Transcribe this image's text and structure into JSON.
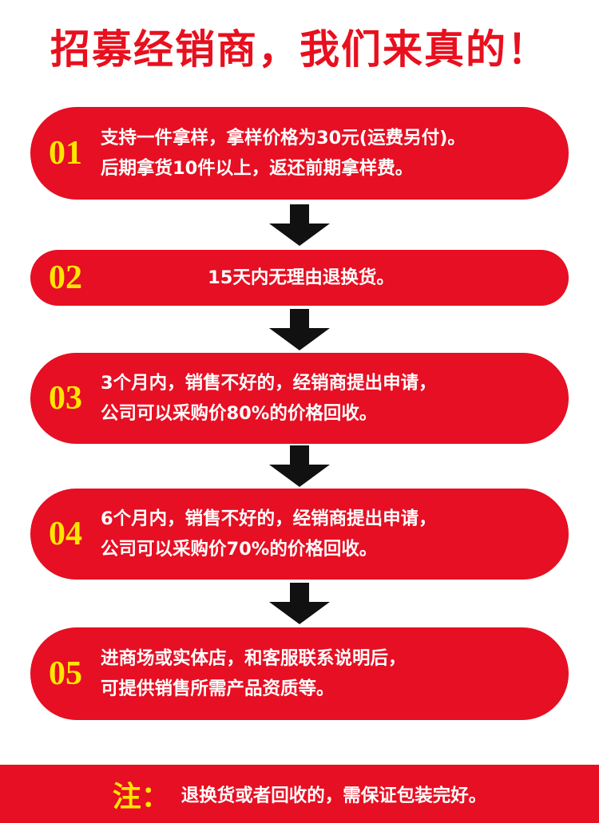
{
  "title": "招募经销商，我们来真的！",
  "steps": [
    {
      "num": "01",
      "lines": [
        "支持一件拿样，拿样价格为30元(运费另付)。",
        "后期拿货10件以上，返还前期拿样费。"
      ]
    },
    {
      "num": "02",
      "lines": [
        "15天内无理由退换货。"
      ]
    },
    {
      "num": "03",
      "lines": [
        "3个月内，销售不好的，经销商提出申请，",
        "公司可以采购价80%的价格回收。"
      ]
    },
    {
      "num": "04",
      "lines": [
        "6个月内，销售不好的，经销商提出申请，",
        "公司可以采购价70%的价格回收。"
      ]
    },
    {
      "num": "05",
      "lines": [
        "进商场或实体店，和客服联系说明后，",
        "可提供销售所需产品资质等。"
      ]
    }
  ],
  "note": {
    "label": "注：",
    "text": "退换货或者回收的，需保证包装完好。"
  },
  "colors": {
    "red": "#e60f23",
    "yellow": "#ffe600",
    "arrow": "#111111"
  },
  "icons": {
    "arrow": "down-arrow-icon"
  }
}
